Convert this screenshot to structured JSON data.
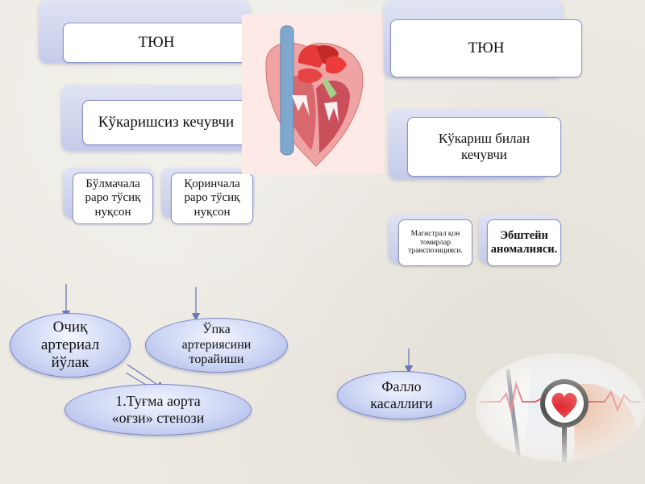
{
  "left": {
    "title": "ТЮН",
    "category": "Кўкаришсиз кечувчи",
    "subtypes": [
      "Бўлмачала раро тўсиқ нуқсон",
      "Қоринчала раро тўсиқ нуқсон"
    ],
    "conditions": [
      "Очиқ артериал йўлак",
      "Ўпка артериясини торайиши",
      "1.Туғма аорта «оғзи» стенози"
    ]
  },
  "right": {
    "title": "ТЮН",
    "category": "Кўкариш билан кечувчи",
    "subtypes": [
      "Магистрал қон томирлар транспозицияси.",
      "Эбштейн аномалияси."
    ],
    "conditions": [
      "Фалло касаллиги"
    ]
  },
  "images": {
    "heart": "heart-anatomy-illustration",
    "stethoscope": "stethoscope-heart-photo"
  },
  "colors": {
    "card_border": "#8c93c9",
    "oval_fill": "#cdd6f4",
    "backplate": "#c6cbe9",
    "heart_red": "#e0262e"
  }
}
